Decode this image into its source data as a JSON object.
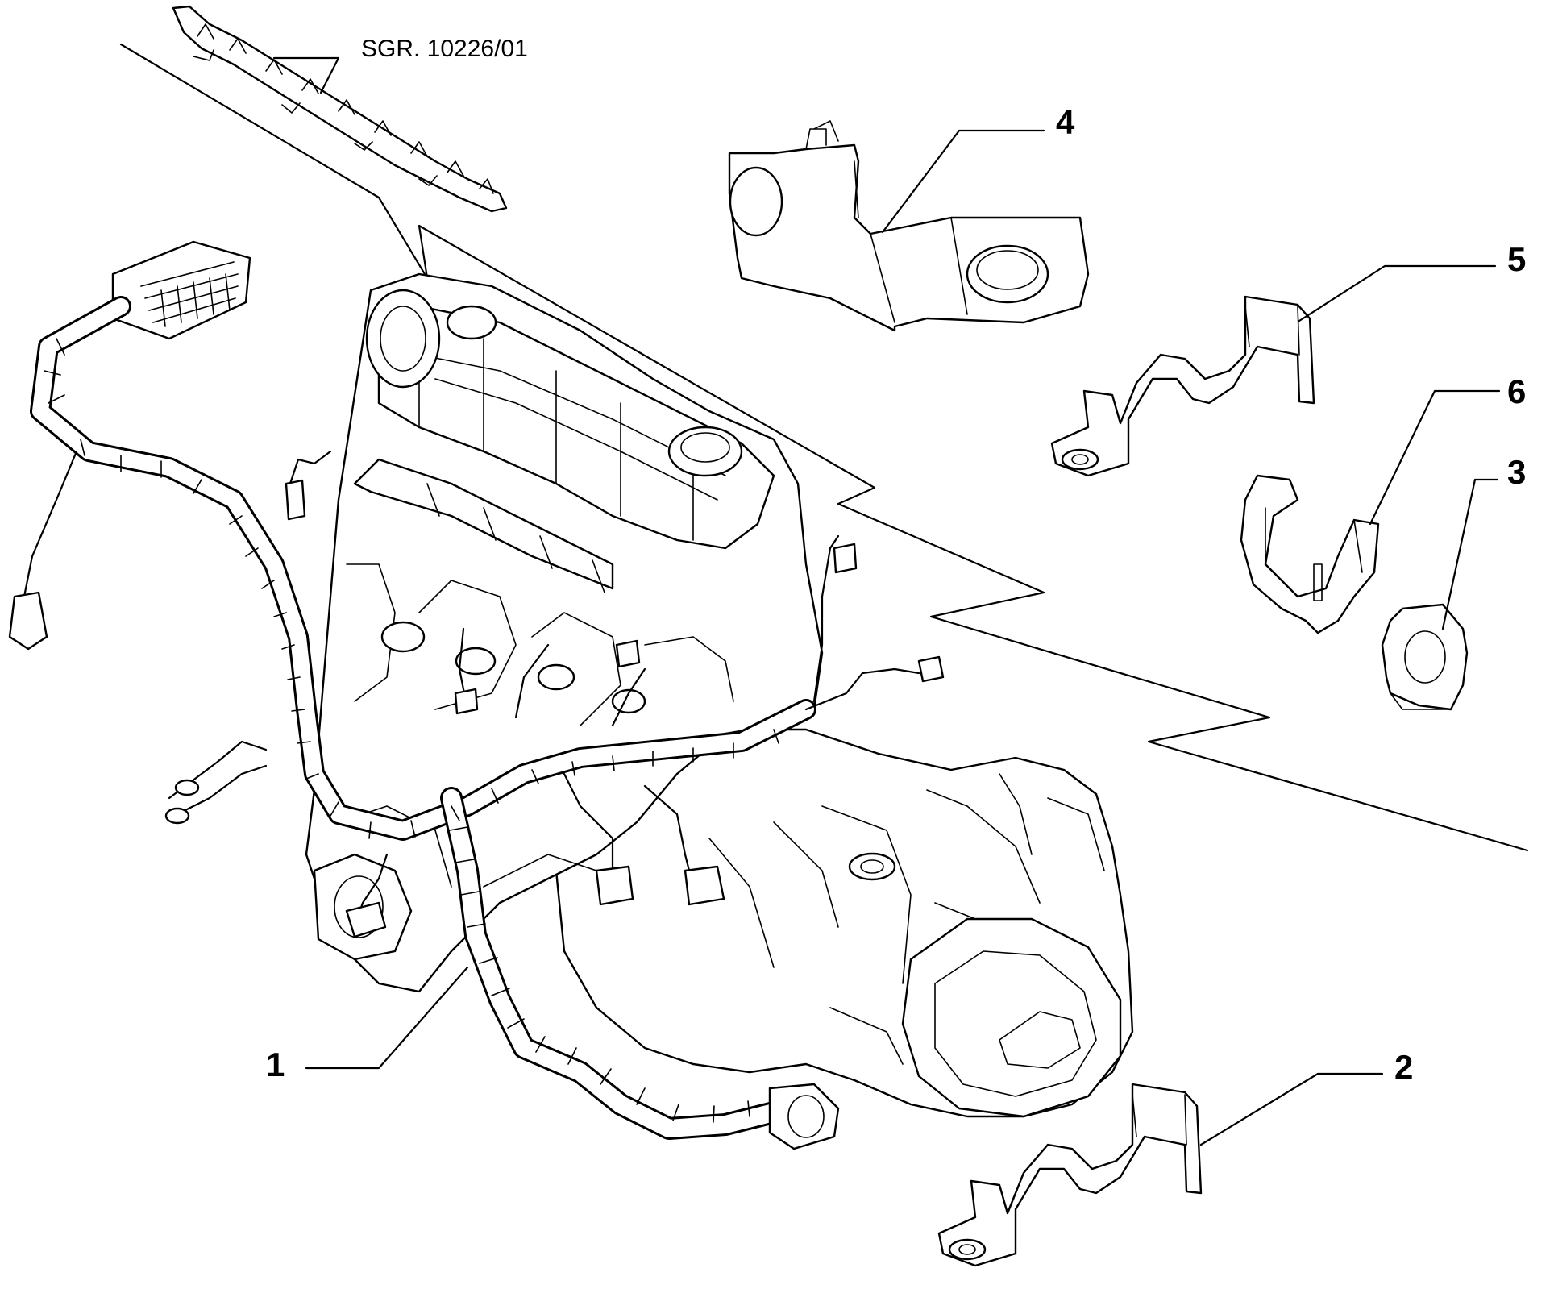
{
  "diagram": {
    "reference_label": "SGR. 10226/01",
    "callouts": [
      {
        "id": "callout-1",
        "label": "1",
        "part": "engine-wiring-harness"
      },
      {
        "id": "callout-2",
        "label": "2",
        "part": "harness-support-bracket"
      },
      {
        "id": "callout-3",
        "label": "3",
        "part": "small-harness-clip"
      },
      {
        "id": "callout-4",
        "label": "4",
        "part": "bent-harness-bracket"
      },
      {
        "id": "callout-5",
        "label": "5",
        "part": "harness-support-bracket-upper"
      },
      {
        "id": "callout-6",
        "label": "6",
        "part": "harness-retaining-clamp"
      }
    ]
  }
}
